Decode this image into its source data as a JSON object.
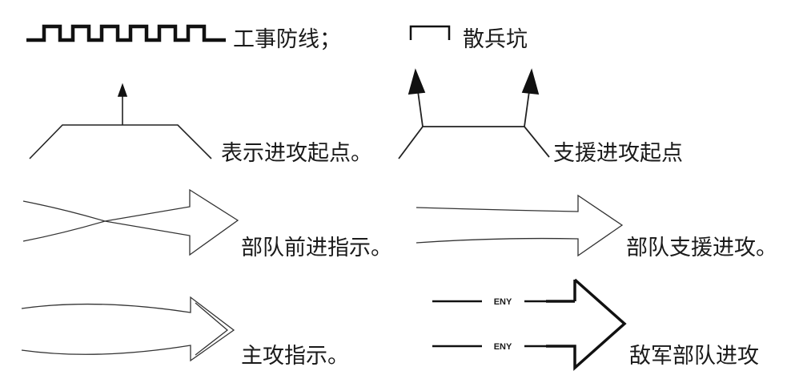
{
  "symbols": {
    "fortification_line": {
      "label": "工事防线；"
    },
    "foxhole": {
      "label": "散兵坑"
    },
    "attack_start": {
      "label": "表示进攻起点。"
    },
    "support_attack_start": {
      "label": "支援进攻起点"
    },
    "unit_advance": {
      "label": "部队前进指示。"
    },
    "unit_support_attack": {
      "label": "部队支援进攻。"
    },
    "main_attack": {
      "label": "主攻指示。"
    },
    "enemy_unit_advance": {
      "label": "敌军部队进攻",
      "tag": "ENY"
    }
  }
}
